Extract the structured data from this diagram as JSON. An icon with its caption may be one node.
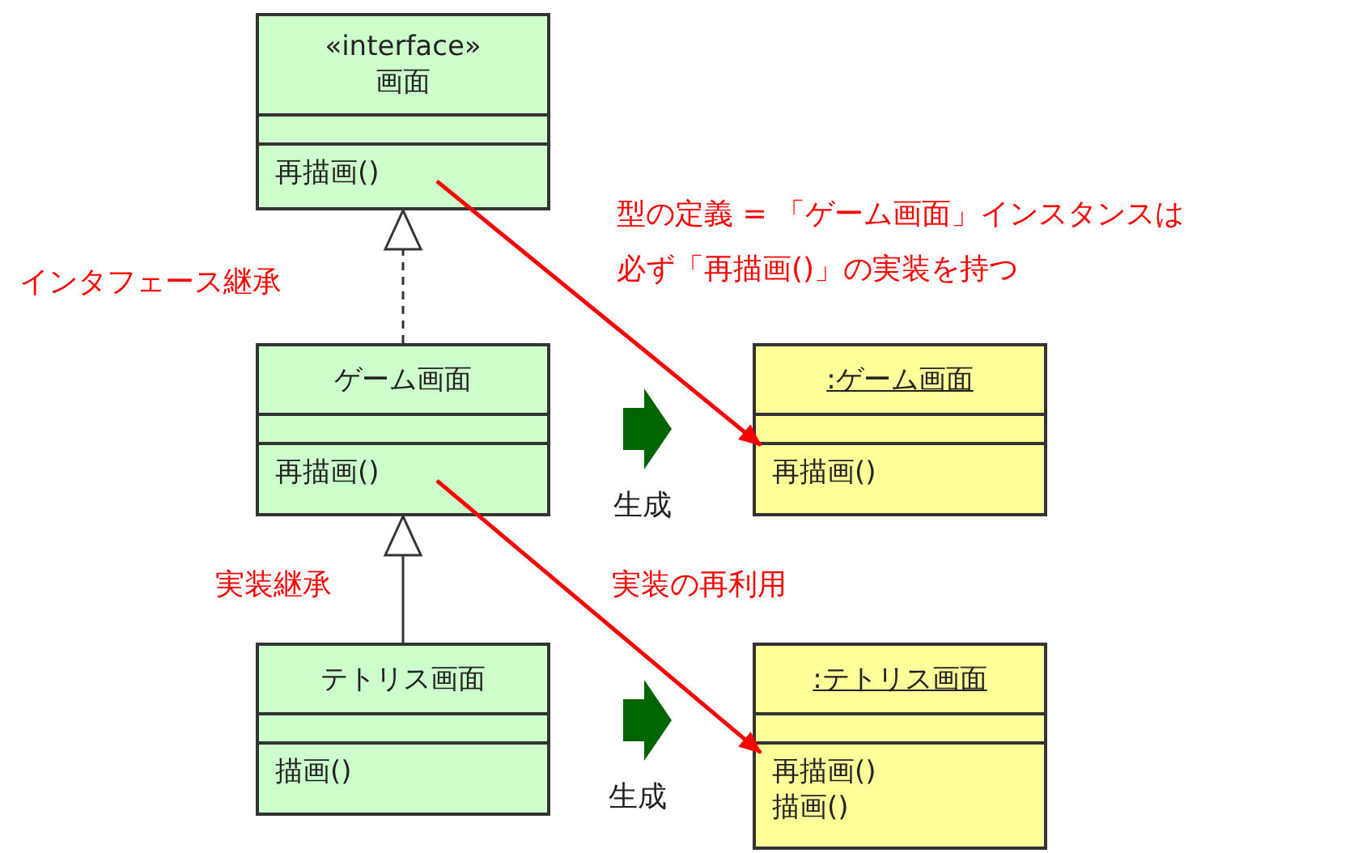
{
  "diagram": {
    "nodes": [
      {
        "text": [
          "«interface»",
          "画面",
          "再描画()"
        ]
      },
      {
        "text": [
          "ゲーム画面",
          "再描画()"
        ]
      },
      {
        "text": [
          "テトリス画面",
          "描画()"
        ]
      },
      {
        "text": [
          ":ゲーム画面",
          "再描画()"
        ]
      },
      {
        "text": [
          ":テトリス画面",
          "再描画()",
          "描画()"
        ]
      }
    ],
    "edges": [
      {
        "from": 1,
        "to": 0,
        "arrow": "to",
        "style": "dashed",
        "label": "インタフェース継承"
      },
      {
        "from": 2,
        "to": 1,
        "arrow": "to",
        "label": "実装継承"
      },
      {
        "from": 0,
        "to": 3,
        "arrow": "to",
        "color": "#ff0000",
        "label": "型の定義 = 「ゲーム画面」インスタンスは必ず「再描画()」の実装を持つ"
      },
      {
        "from": 1,
        "to": 4,
        "arrow": "to",
        "color": "#ff0000",
        "label": "実装の再利用"
      }
    ],
    "labels": [
      "生成",
      "生成"
    ]
  }
}
